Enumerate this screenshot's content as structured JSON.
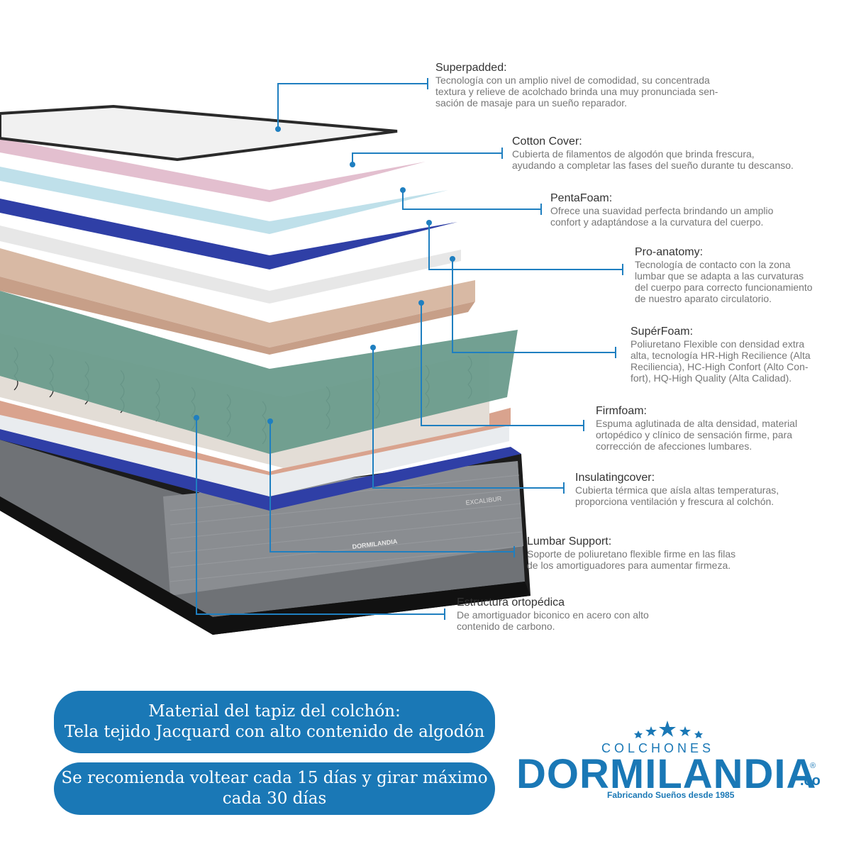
{
  "layers": [
    {
      "title": "Superpadded:",
      "desc": "Tecnología con un amplio nivel de comodidad, su concentrada\ntextura y relieve de acolchado brinda una muy pronunciada sen-\nsación de masaje para un sueño reparador."
    },
    {
      "title": "Cotton Cover:",
      "desc": "Cubierta de filamentos de algodón que brinda frescura,\nayudando a completar las fases del sueño durante tu descanso."
    },
    {
      "title": "PentaFoam:",
      "desc": "Ofrece una suavidad perfecta brindando un amplio\nconfort y adaptándose a la curvatura del cuerpo."
    },
    {
      "title": "Pro-anatomy:",
      "desc": "Tecnología de contacto con la zona\nlumbar que se adapta a las curvaturas\ndel cuerpo para correcto funcionamiento\nde nuestro aparato circulatorio."
    },
    {
      "title": "SupérFoam:",
      "desc": "Poliuretano Flexible con densidad extra\nalta, tecnología HR-High Recilience (Alta\nReciliencia), HC-High Confort (Alto Con-\nfort), HQ-High Quality (Alta Calidad)."
    },
    {
      "title": "Firmfoam:",
      "desc": "Espuma aglutinada de alta densidad, material\nortopédico y clínico de sensación firme, para\ncorrección de afecciones lumbares."
    },
    {
      "title": "Insulatingcover:",
      "desc": "Cubierta térmica que aísla altas temperaturas,\nproporciona ventilación y frescura al colchón."
    },
    {
      "title": "Lumbar Support:",
      "desc": "Soporte de poliuretano flexible firme en las filas\nde los amortiguadores para aumentar firmeza."
    },
    {
      "title": "Estructura ortopédica",
      "desc": "De amortiguador biconico en acero con alto\ncontenido de carbono."
    }
  ],
  "info": {
    "material": "Material del tapiz del colchón:\nTela tejido Jacquard con alto contenido de algodón",
    "care": "Se recomienda voltear cada 15 días y girar máximo\ncada 30 días"
  },
  "logo": {
    "colchones": "COLCHONES",
    "name": "DORMILANDIA",
    "suffix": ".co",
    "tagline": "Fabricando Sueños desde 1985",
    "registered": "®"
  },
  "mattress_label": {
    "brand": "DORMILANDIA",
    "model": "EXCALIBUR"
  },
  "colors": {
    "accent": "#1a78b6",
    "leader": "#1f7fc0",
    "pill": "#1a78b6"
  }
}
